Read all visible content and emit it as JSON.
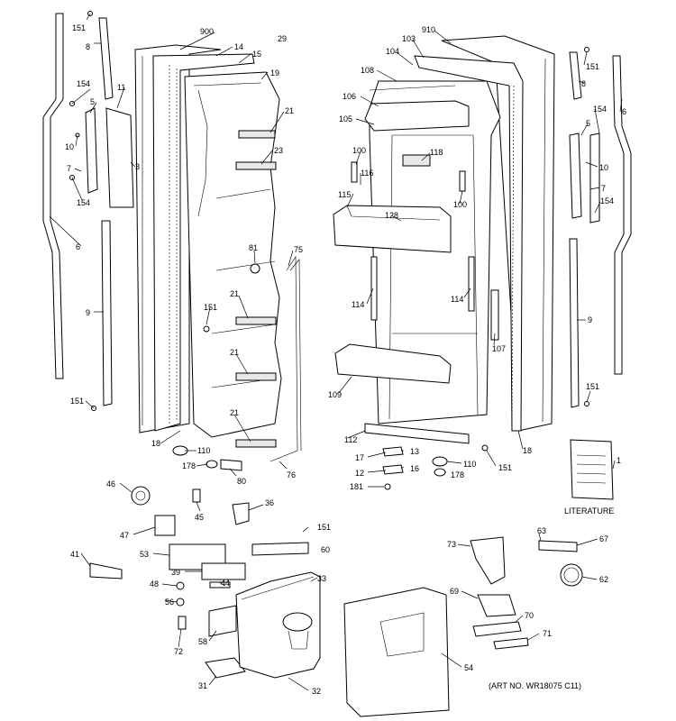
{
  "art_number": "(ART NO. WR18075 C11)",
  "literature_label": "LITERATURE",
  "callouts": [
    {
      "id": "c151a",
      "text": "151"
    },
    {
      "id": "c8a",
      "text": "8"
    },
    {
      "id": "c154a",
      "text": "154"
    },
    {
      "id": "c11",
      "text": "11"
    },
    {
      "id": "c5a",
      "text": "5"
    },
    {
      "id": "c10a",
      "text": "10"
    },
    {
      "id": "c3",
      "text": "3"
    },
    {
      "id": "c7a",
      "text": "7"
    },
    {
      "id": "c154b",
      "text": "154"
    },
    {
      "id": "c6a",
      "text": "6"
    },
    {
      "id": "c9a",
      "text": "9"
    },
    {
      "id": "c151b",
      "text": "151"
    },
    {
      "id": "c900",
      "text": "900"
    },
    {
      "id": "c14",
      "text": "14"
    },
    {
      "id": "c15",
      "text": "15"
    },
    {
      "id": "c29",
      "text": "29"
    },
    {
      "id": "c19",
      "text": "19"
    },
    {
      "id": "c21a",
      "text": "21"
    },
    {
      "id": "c23",
      "text": "23"
    },
    {
      "id": "c81",
      "text": "81"
    },
    {
      "id": "c75",
      "text": "75"
    },
    {
      "id": "c151c",
      "text": "151"
    },
    {
      "id": "c21b",
      "text": "21"
    },
    {
      "id": "c21c",
      "text": "21"
    },
    {
      "id": "c21d",
      "text": "21"
    },
    {
      "id": "c18a",
      "text": "18"
    },
    {
      "id": "c110a",
      "text": "110"
    },
    {
      "id": "c178a",
      "text": "178"
    },
    {
      "id": "c80",
      "text": "80"
    },
    {
      "id": "c76",
      "text": "76"
    },
    {
      "id": "c910",
      "text": "910"
    },
    {
      "id": "c103",
      "text": "103"
    },
    {
      "id": "c104",
      "text": "104"
    },
    {
      "id": "c108",
      "text": "108"
    },
    {
      "id": "c106",
      "text": "106"
    },
    {
      "id": "c105",
      "text": "105"
    },
    {
      "id": "c100a",
      "text": "100"
    },
    {
      "id": "c116",
      "text": "116"
    },
    {
      "id": "c118",
      "text": "118"
    },
    {
      "id": "c115",
      "text": "115"
    },
    {
      "id": "c128",
      "text": "128"
    },
    {
      "id": "c100b",
      "text": "100"
    },
    {
      "id": "c114a",
      "text": "114"
    },
    {
      "id": "c114b",
      "text": "114"
    },
    {
      "id": "c107",
      "text": "107"
    },
    {
      "id": "c109",
      "text": "109"
    },
    {
      "id": "c112",
      "text": "112"
    },
    {
      "id": "c17",
      "text": "17"
    },
    {
      "id": "c13",
      "text": "13"
    },
    {
      "id": "c12",
      "text": "12"
    },
    {
      "id": "c16",
      "text": "16"
    },
    {
      "id": "c181",
      "text": "181"
    },
    {
      "id": "c110b",
      "text": "110"
    },
    {
      "id": "c151d",
      "text": "151"
    },
    {
      "id": "c178b",
      "text": "178"
    },
    {
      "id": "c18b",
      "text": "18"
    },
    {
      "id": "c151e",
      "text": "151"
    },
    {
      "id": "c8b",
      "text": "8"
    },
    {
      "id": "c6b",
      "text": "6"
    },
    {
      "id": "c154c",
      "text": "154"
    },
    {
      "id": "c5b",
      "text": "5"
    },
    {
      "id": "c10b",
      "text": "10"
    },
    {
      "id": "c7b",
      "text": "7"
    },
    {
      "id": "c154d",
      "text": "154"
    },
    {
      "id": "c9b",
      "text": "9"
    },
    {
      "id": "c151f",
      "text": "151"
    },
    {
      "id": "c1",
      "text": "1"
    },
    {
      "id": "c46",
      "text": "46"
    },
    {
      "id": "c36",
      "text": "36"
    },
    {
      "id": "c45",
      "text": "45"
    },
    {
      "id": "c47",
      "text": "47"
    },
    {
      "id": "c151g",
      "text": "151"
    },
    {
      "id": "c53",
      "text": "53"
    },
    {
      "id": "c60",
      "text": "60"
    },
    {
      "id": "c41",
      "text": "41"
    },
    {
      "id": "c39",
      "text": "39"
    },
    {
      "id": "c33",
      "text": "33"
    },
    {
      "id": "c48",
      "text": "48"
    },
    {
      "id": "c44",
      "text": "44"
    },
    {
      "id": "c56",
      "text": "56"
    },
    {
      "id": "c58",
      "text": "58"
    },
    {
      "id": "c72",
      "text": "72"
    },
    {
      "id": "c31",
      "text": "31"
    },
    {
      "id": "c32",
      "text": "32"
    },
    {
      "id": "c54",
      "text": "54"
    },
    {
      "id": "c73",
      "text": "73"
    },
    {
      "id": "c63",
      "text": "63"
    },
    {
      "id": "c67",
      "text": "67"
    },
    {
      "id": "c62",
      "text": "62"
    },
    {
      "id": "c69",
      "text": "69"
    },
    {
      "id": "c70",
      "text": "70"
    },
    {
      "id": "c71",
      "text": "71"
    }
  ]
}
